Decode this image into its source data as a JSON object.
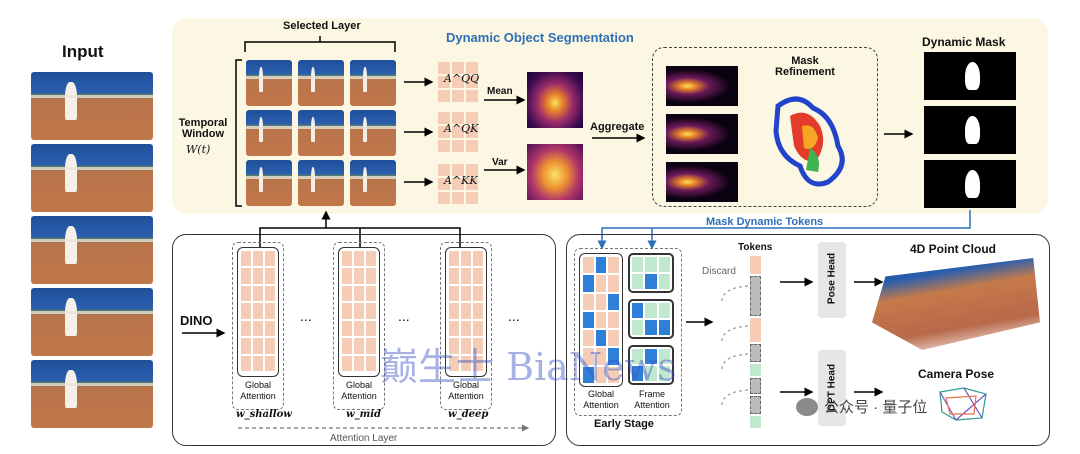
{
  "input": {
    "title": "Input",
    "frames": 5
  },
  "top": {
    "section_title": "Dynamic Object Segmentation",
    "selected_layer": "Selected Layer",
    "temporal_window": "Temporal\nWindow",
    "temporal_window_math": "W(t)",
    "attn_qq": "A^QQ",
    "attn_qk": "A^QK",
    "attn_kk": "A^KK",
    "mean": "Mean",
    "var": "Var",
    "aggregate": "Aggregate",
    "mask_refinement": "Mask\nRefinement",
    "dynamic_mask": "Dynamic Mask",
    "mask_dynamic_tokens": "Mask Dynamic Tokens"
  },
  "bottom_left": {
    "dino": "DINO",
    "ellipsis": "...",
    "global_attention": "Global\nAttention",
    "w_shallow": "w_shallow",
    "w_mid": "w_mid",
    "w_deep": "w_deep",
    "attention_layer": "Attention Layer"
  },
  "bottom_right": {
    "tokens": "Tokens",
    "discard": "Discard",
    "global_attention": "Global\nAttention",
    "frame_attention": "Frame\nAttention",
    "early_stage": "Early Stage",
    "pose_head": "Pose Head",
    "dpt_head": "DPT Head",
    "point_cloud": "4D Point Cloud",
    "camera_pose": "Camera Pose"
  },
  "watermark": {
    "cn": "巅生士 BiaNews",
    "wechat": "公众号 · 量子位"
  },
  "colors": {
    "top_bg": "#fbf7e2",
    "accent_blue": "#2f6fb5",
    "peach": "#f5cdb6",
    "token_green": "#bfe8cf",
    "token_blue": "#2e7fd8"
  }
}
